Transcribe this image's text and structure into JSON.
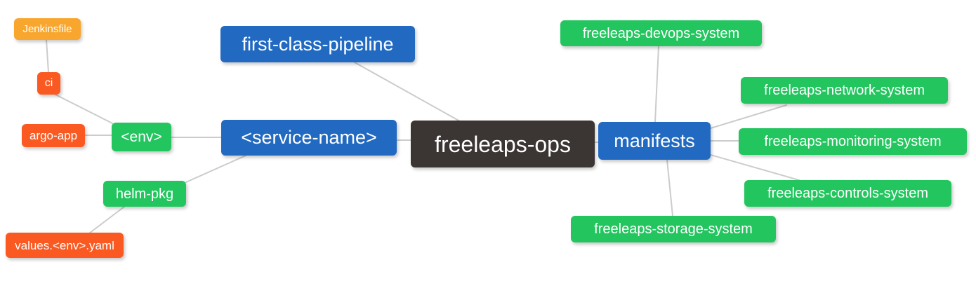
{
  "colors": {
    "canvas_bg": "#ffffff",
    "root_node_bg": "#3b3533",
    "branch_node_bg": "#2169c1",
    "system_node_bg": "#22c55e",
    "jenkinsfile_node_bg": "#f8a62d",
    "file_node_bg": "#fa5a21",
    "edge_line": "#cccccc",
    "node_text": "#ffffff"
  },
  "mindmap": {
    "root": {
      "label": "freeleaps-ops"
    },
    "nodes": {
      "jenkinsfile": {
        "label": "Jenkinsfile"
      },
      "ci": {
        "label": "ci"
      },
      "argo_app": {
        "label": "argo-app"
      },
      "env": {
        "label": "<env>"
      },
      "helm_pkg": {
        "label": "helm-pkg"
      },
      "values_env_yaml": {
        "label": "values.<env>.yaml"
      },
      "first_class_pipeline": {
        "label": "first-class-pipeline"
      },
      "service_name": {
        "label": "<service-name>"
      },
      "manifests": {
        "label": "manifests"
      },
      "devops_system": {
        "label": "freeleaps-devops-system"
      },
      "network_system": {
        "label": "freeleaps-network-system"
      },
      "monitoring_system": {
        "label": "freeleaps-monitoring-system"
      },
      "controls_system": {
        "label": "freeleaps-controls-system"
      },
      "storage_system": {
        "label": "freeleaps-storage-system"
      }
    }
  }
}
